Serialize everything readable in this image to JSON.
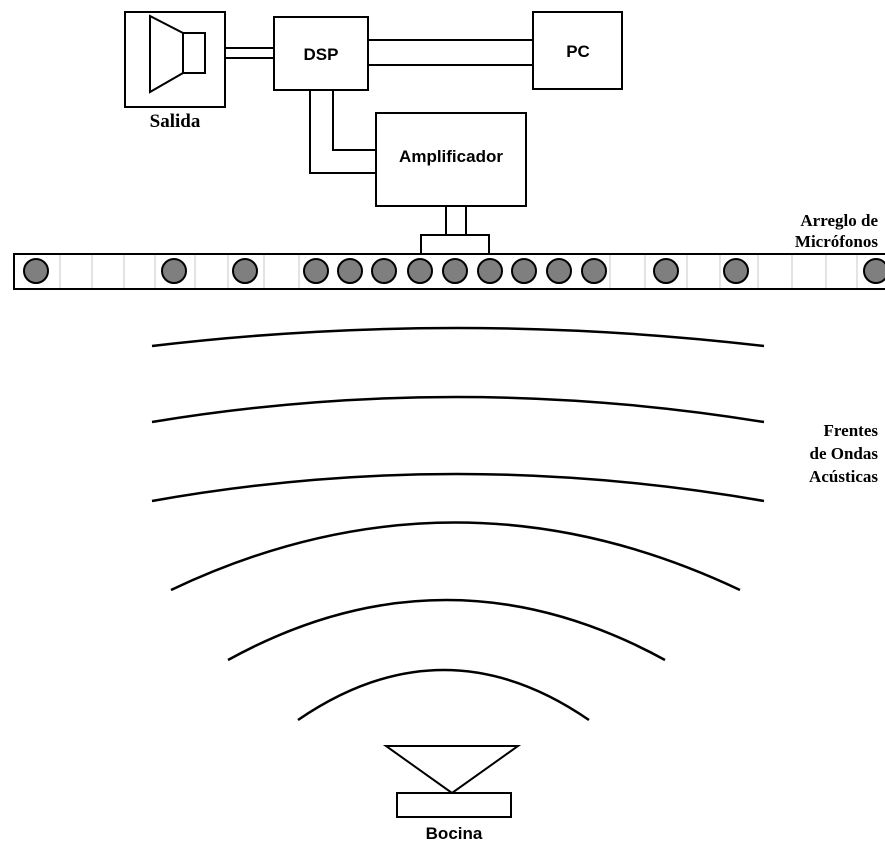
{
  "blocks": {
    "dsp": "DSP",
    "pc": "PC",
    "amplifier": "Amplificador"
  },
  "labels": {
    "output": "Salida",
    "mic_array_line1": "Arreglo de",
    "mic_array_line2": "Micrófonos",
    "wavefronts_line1": "Frentes",
    "wavefronts_line2": "de Ondas",
    "wavefronts_line3": "Acústicas",
    "source": "Bocina"
  },
  "microphone_count": 16,
  "wavefront_count": 6
}
